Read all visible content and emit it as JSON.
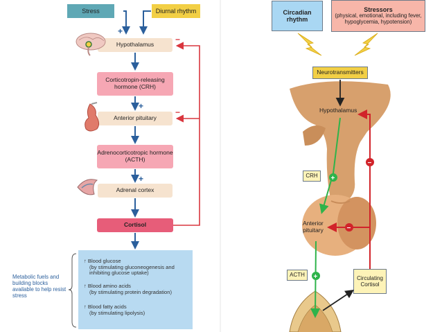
{
  "left": {
    "stress": "Stress",
    "diurnal_rhythm": "Diurnal rhythm",
    "hypothalamus": "Hypothalamus",
    "crh": "Corticotropin-releasing hormone (CRH)",
    "anterior_pituitary": "Anterior pituitary",
    "acth": "Adrenocorticotropic hormone (ACTH)",
    "adrenal_cortex": "Adrenal cortex",
    "cortisol": "Cortisol",
    "plus": "+",
    "minus": "−",
    "effects": [
      {
        "title": "↑ Blood glucose",
        "detail": "(by stimulating gluconeogenesis and inhibiting glucose uptake)"
      },
      {
        "title": "↑ Blood amino acids",
        "detail": "(by stimulating protein degradation)"
      },
      {
        "title": "↑ Blood fatty acids",
        "detail": "(by stimulating lipolysis)"
      }
    ],
    "side_note": "Metabolic fuels and building blocks available to help resist stress"
  },
  "right": {
    "circadian_rhythm": "Circadian rhythm",
    "stressors_title": "Stressors",
    "stressors_detail": "(physical, emotional, including fever, hypoglycemia, hypotension)",
    "neurotransmitters": "Neurotransmitters",
    "hypothalamus": "Hypothalamus",
    "crh": "CRH",
    "anterior_pituitary": "Anterior pituitary",
    "acth": "ACTH",
    "circulating_cortisol": "Circulating Cortisol",
    "plus": "+",
    "minus": "−"
  },
  "colors": {
    "teal": "#5fa8b5",
    "yellow": "#f2cf45",
    "peach_box": "#f6e3cf",
    "pink_box": "#f6a7b4",
    "cortisol_box": "#e75d79",
    "light_blue": "#b8daf1",
    "arrow_blue": "#2b5f9c",
    "feedback_red": "#d9363e",
    "right_red": "#d1232a",
    "green": "#2eb34a",
    "light_yellow": "#fdf3b8",
    "circadian_blue": "#a9d7f3",
    "stressor_pink": "#f7b6a9",
    "tan": "#d7a06d"
  }
}
